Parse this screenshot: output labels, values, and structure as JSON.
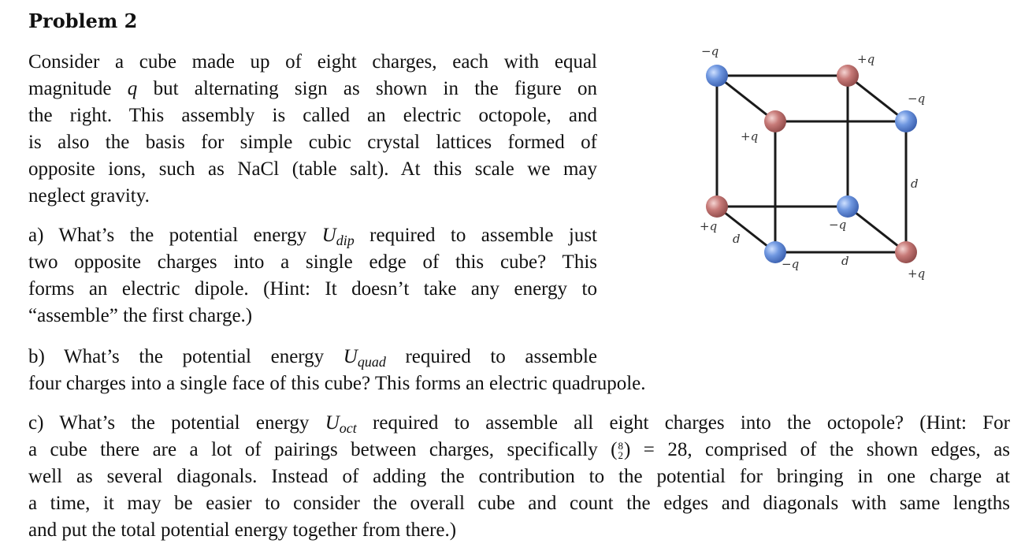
{
  "title": "Problem 2",
  "intro": {
    "lines": [
      "Consider a cube made up of eight charges, each with equal",
      "magnitude",
      "q",
      "but alternating sign as shown in the figure on",
      "the right.  This assembly is called an electric octopole, and",
      "is also the basis for simple cubic crystal lattices formed of",
      "opposite ions, such as NaCl (table salt).  At this scale we may",
      "neglect gravity."
    ]
  },
  "part_a": {
    "l1_pre": "a) What’s the potential energy",
    "U": "U",
    "sub": "dip",
    "l1_post": "required to assemble just",
    "l2": "two opposite charges into a single edge of this cube?  This",
    "l3": "forms an electric dipole. (Hint: It doesn’t take any energy to",
    "l4": "“assemble” the first charge.)"
  },
  "part_b": {
    "l1_pre": "b) What’s the potential energy",
    "U": "U",
    "sub": "quad",
    "l1_post": "required to assemble",
    "l2": "four charges into a single face of this cube? This forms an electric quadrupole."
  },
  "part_c": {
    "l1_pre": "c) What’s the potential energy",
    "U": "U",
    "sub": "oct",
    "l1_post": "required to assemble all eight charges into the octopole? (Hint: For",
    "l2_pre": "a cube there are a lot of pairings between charges, specifically",
    "binom_top": "8",
    "binom_bottom": "2",
    "l2_post": "= 28, comprised of the shown edges, as",
    "l3": "well as several diagonals. Instead of adding the contribution to the potential for bringing in one charge at",
    "l4": "a time, it may be easier to consider the overall cube and count the edges and diagonals with same lengths",
    "l5": "and put the total potential energy together from there.)"
  },
  "figure": {
    "labels": {
      "back_top_left": "−q",
      "back_top_right": "+q",
      "front_top_right": "−q",
      "front_top_left": "+q",
      "back_bottom_right": "−q",
      "front_bottom_left_back": "+q",
      "front_bottom_left": "−q",
      "front_bottom_right": "+q",
      "edge_d_right": "d",
      "edge_d_bottom": "d",
      "edge_d_depth": "d"
    },
    "colors": {
      "negative": "#5b86d6",
      "positive": "#c77a78",
      "edge": "#1a1a1a"
    }
  }
}
